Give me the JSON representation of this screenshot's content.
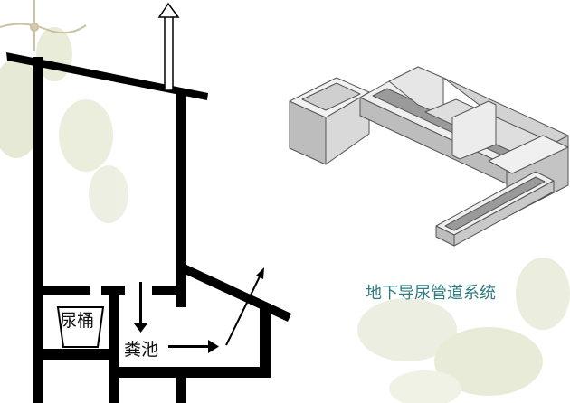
{
  "labels": {
    "urine_bucket": "尿桶",
    "cesspit": "粪池",
    "system_caption": "地下导尿管道系统"
  },
  "colors": {
    "structure": "#000000",
    "caption": "#2e7d82",
    "model_top": "#f2f2f2",
    "model_side": "#bdbdbd",
    "model_dark": "#9a9a9a",
    "model_stroke": "#555555",
    "foliage": "#c7cfa3"
  }
}
